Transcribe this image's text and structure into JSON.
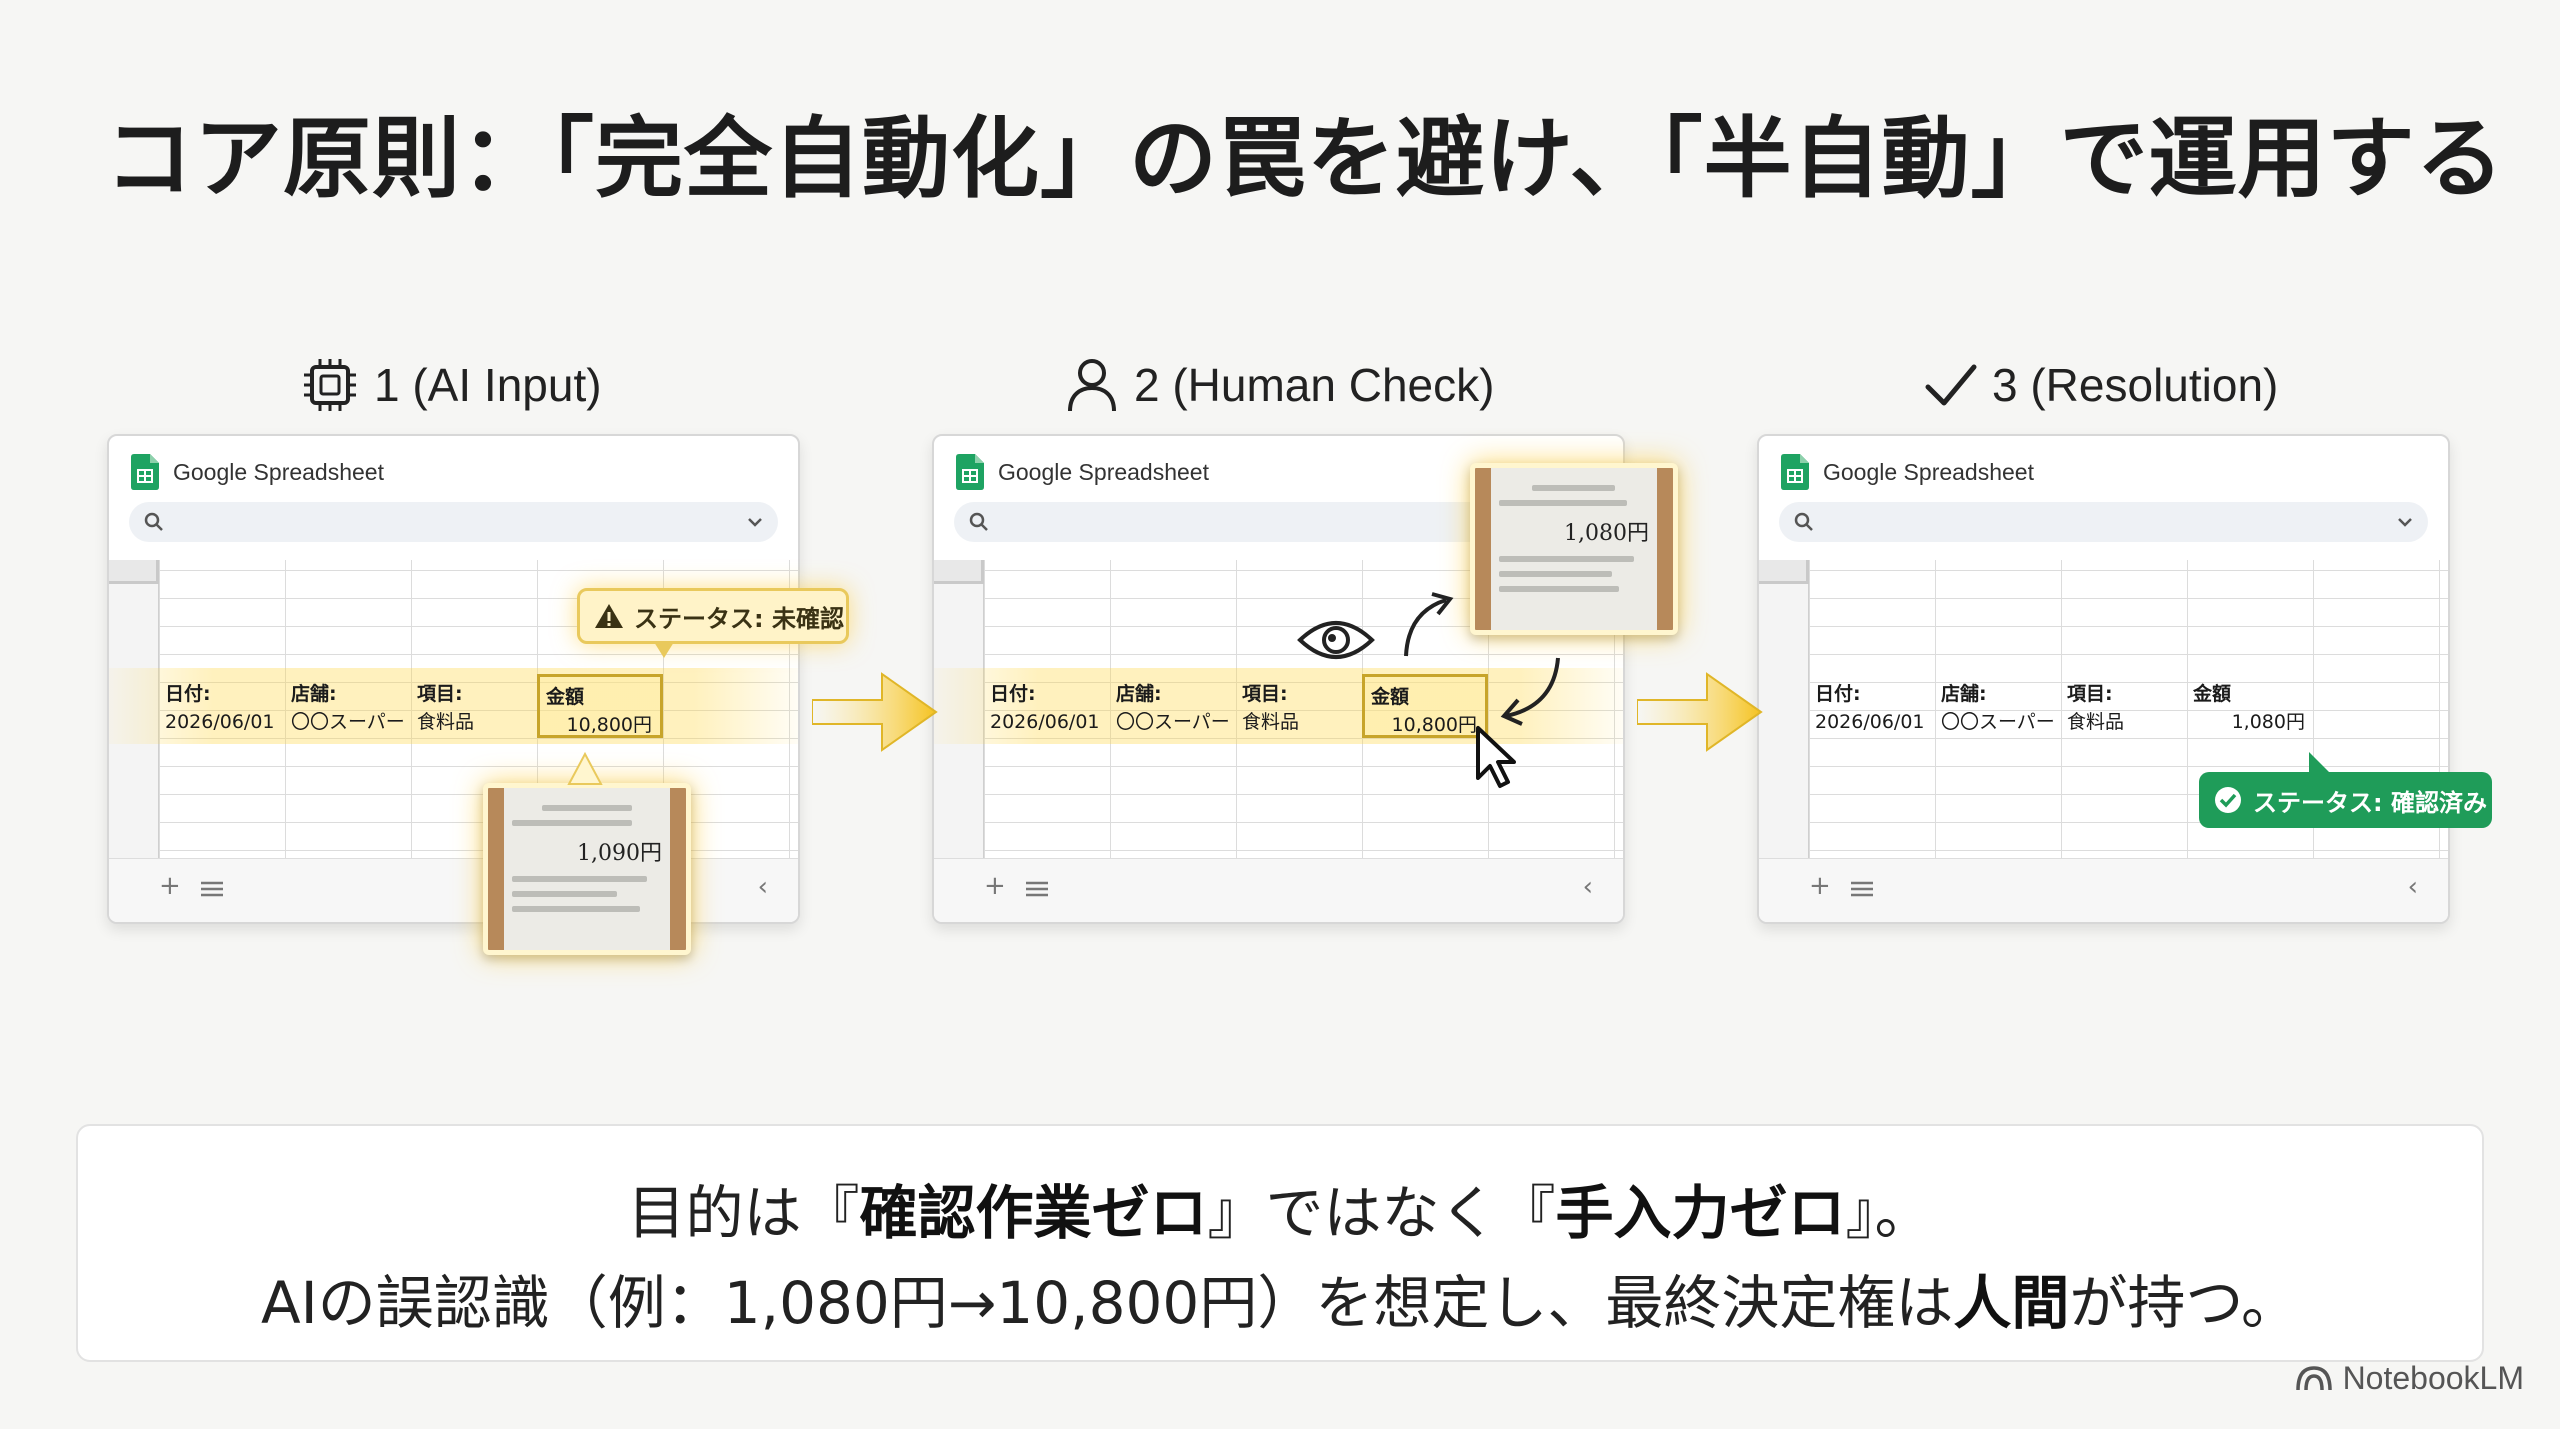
{
  "title": "コア原則：「完全自動化」の罠を避け、「半自動」で運用する",
  "steps": [
    {
      "label": "1 (AI Input)",
      "icon": "chip-icon"
    },
    {
      "label": "2 (Human Check)",
      "icon": "person-icon"
    },
    {
      "label": "3 (Resolution)",
      "icon": "checkmark-icon"
    }
  ],
  "app_name": "Google Spreadsheet",
  "columns": {
    "date": "日付:",
    "store": "店舗:",
    "item": "項目:",
    "amount": "金額"
  },
  "row": {
    "date": "2026/06/01",
    "store": "〇〇スーパー",
    "item": "食料品"
  },
  "amounts": {
    "panel1": "10,800円",
    "panel2": "10,800円",
    "panel3": "1,080円"
  },
  "status_unconfirmed": "ステータス: 未確認",
  "status_confirmed": "ステータス: 確認済み",
  "receipt_amount": "1,080円",
  "receipt_amount_alt": "1,090円",
  "message": {
    "l1_a": "目的は『",
    "l1_b": "確認作業ゼロ",
    "l1_c": "』ではなく『",
    "l1_d": "手入力ゼロ",
    "l1_e": "』。",
    "l2_a": "AIの誤認識（例：1,080円→10,800円）を想定し、最終決定権は",
    "l2_b": "人間",
    "l2_c": "が持つ。"
  },
  "brand": "NotebookLM",
  "colors": {
    "highlight": "#ffd746",
    "confirmed": "#1f9c59",
    "warning": "#e9c95c"
  }
}
